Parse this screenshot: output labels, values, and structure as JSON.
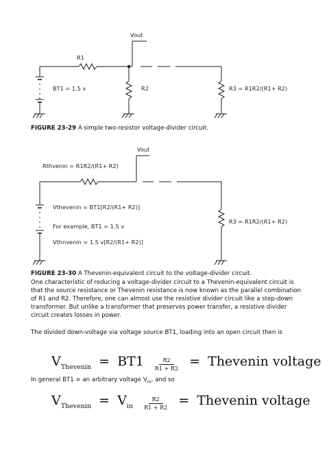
{
  "figure1": {
    "vout": "Vout",
    "r1": "R1",
    "bt1": "BT1 = 1.5 v",
    "r2": "R2",
    "r3": "R3 = R1R2/(R1+ R2)",
    "caption_num": "FIGURE 23-29",
    "caption_text": "A simple two-resistor voltage-divider circuit."
  },
  "figure2": {
    "vout": "Vout",
    "rthevenin": "Rthvenin = R1R2/(R1+ R2)",
    "vthevenin": "Vthevenin = BT1[R2/(R1+ R2)]",
    "example": "For example, BT1 = 1.5 v",
    "vthnvenin": "Vthnvenin = 1.5 v[R2/(R1+ R2)]",
    "r3": "R3 = R1R2/(R1+ R2)",
    "caption_num": "FIGURE 23-30",
    "caption_text": "A Thevenin-equivalent circuit to the voltage-divider circuit."
  },
  "body": {
    "para1": "One characteristic of reducing a voltage-divider circuit to a Thevenin-equivalent circuit is that the source resistance or Thevenin resistance is now known as the parallel combination of R1 and R2. Therefore, one can almost use the resistive divider circuit like a step-down transformer. But unlike a transformer that preserves power transfer, a resistive divider circuit creates losses in power.",
    "para2": "The divided down-voltage via voltage source BT1, loading into an open circuit then is",
    "general_prefix": "In general BT1 = an arbitrary voltage V",
    "general_sub": "in",
    "general_suffix": ", and so"
  },
  "eq1": {
    "v": "V",
    "v_sub": "Thevenin",
    "equals1": "=",
    "source": "BT1",
    "num": "R2",
    "den": "R1 + R2",
    "equals2": "=",
    "result": "Thevenin voltage"
  },
  "eq2": {
    "v": "V",
    "v_sub": "Thevenin",
    "equals1": "=",
    "source": "V",
    "source_sub": "in",
    "num": "R2",
    "den": "R1 + R2",
    "equals2": "=",
    "result": "Thevenin voltage"
  }
}
